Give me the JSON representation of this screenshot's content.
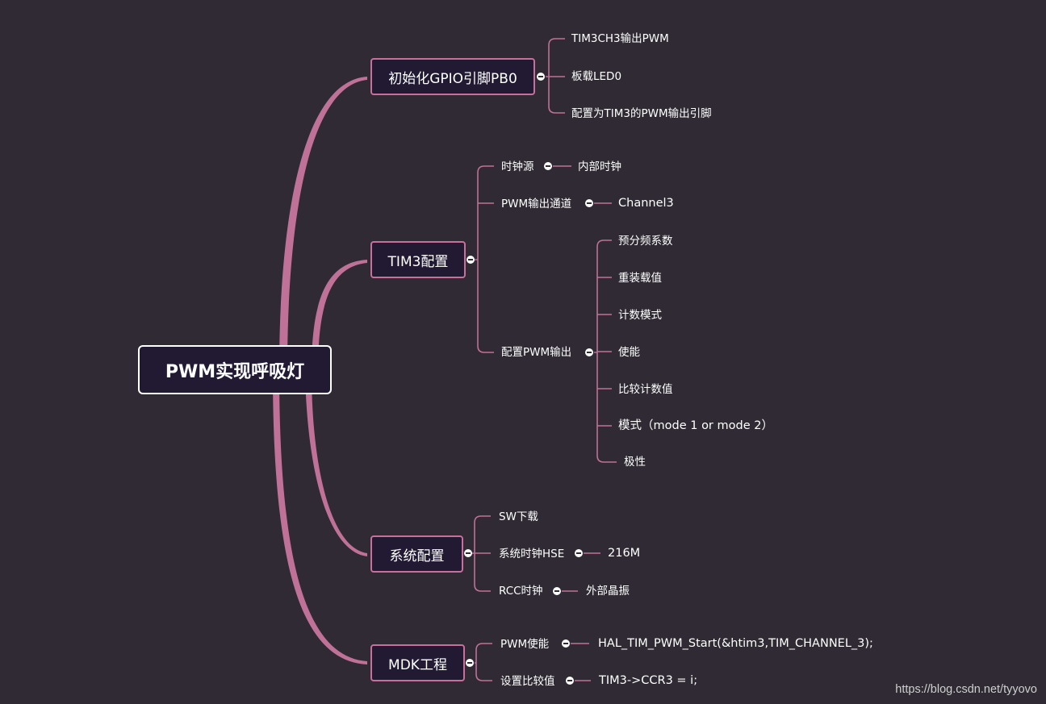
{
  "root": "PWM实现呼吸灯",
  "gpio": {
    "title": "初始化GPIO引脚PB0",
    "items": [
      "TIM3CH3输出PWM",
      "板载LED0",
      "配置为TIM3的PWM输出引脚"
    ]
  },
  "tim3": {
    "title": "TIM3配置",
    "clock_source": "时钟源",
    "clock_source_value": "内部时钟",
    "channel": "PWM输出通道",
    "channel_value": "Channel3",
    "pwm_config": "配置PWM输出",
    "pwm_items": [
      "预分频系数",
      "重装载值",
      "计数模式",
      "使能",
      "比较计数值",
      "模式（mode 1 or mode 2）",
      "极性"
    ]
  },
  "system": {
    "title": "系统配置",
    "sw_download": "SW下载",
    "hse": "系统时钟HSE",
    "hse_value": "216M",
    "rcc": "RCC时钟",
    "rcc_value": "外部晶振"
  },
  "mdk": {
    "title": "MDK工程",
    "pwm_enable": "PWM使能",
    "pwm_enable_code": "HAL_TIM_PWM_Start(&htim3,TIM_CHANNEL_3);",
    "set_compare": "设置比较值",
    "set_compare_code": "TIM3->CCR3 = i;"
  },
  "watermark": "https://blog.csdn.net/tyyovo",
  "colors": {
    "background": "#2f2a33",
    "branch": "#c86f9a",
    "node_fill": "#221a33"
  }
}
